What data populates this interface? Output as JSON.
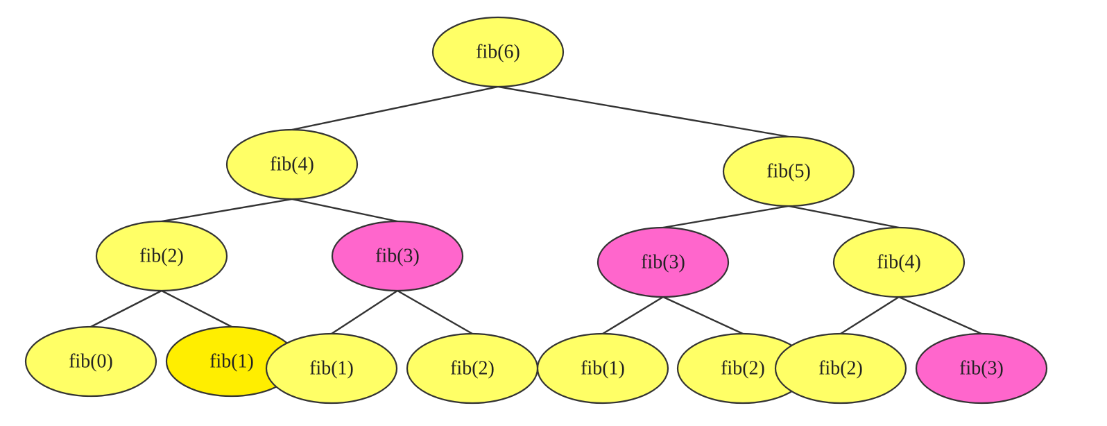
{
  "colors": {
    "normal": "#ffff66",
    "highlight": "#ffee00",
    "repeated": "#ff66cc",
    "stroke": "#333333"
  },
  "nodes": [
    {
      "id": "n6",
      "label": "fib(6)",
      "fill": "normal"
    },
    {
      "id": "n4a",
      "label": "fib(4)",
      "fill": "normal"
    },
    {
      "id": "n5",
      "label": "fib(5)",
      "fill": "normal"
    },
    {
      "id": "n2a",
      "label": "fib(2)",
      "fill": "normal"
    },
    {
      "id": "n3a",
      "label": "fib(3)",
      "fill": "repeated"
    },
    {
      "id": "n3b",
      "label": "fib(3)",
      "fill": "repeated"
    },
    {
      "id": "n4b",
      "label": "fib(4)",
      "fill": "normal"
    },
    {
      "id": "n0",
      "label": "fib(0)",
      "fill": "normal"
    },
    {
      "id": "n1a",
      "label": "fib(1)",
      "fill": "highlight"
    },
    {
      "id": "n1b",
      "label": "fib(1)",
      "fill": "normal"
    },
    {
      "id": "n2b",
      "label": "fib(2)",
      "fill": "normal"
    },
    {
      "id": "n1c",
      "label": "fib(1)",
      "fill": "normal"
    },
    {
      "id": "n2c",
      "label": "fib(2)",
      "fill": "normal"
    },
    {
      "id": "n2d",
      "label": "fib(2)",
      "fill": "normal"
    },
    {
      "id": "n3c",
      "label": "fib(3)",
      "fill": "repeated"
    }
  ],
  "edges": [
    {
      "from": "n6",
      "to": "n4a"
    },
    {
      "from": "n6",
      "to": "n5"
    },
    {
      "from": "n4a",
      "to": "n2a"
    },
    {
      "from": "n4a",
      "to": "n3a"
    },
    {
      "from": "n5",
      "to": "n3b"
    },
    {
      "from": "n5",
      "to": "n4b"
    },
    {
      "from": "n2a",
      "to": "n0"
    },
    {
      "from": "n2a",
      "to": "n1a"
    },
    {
      "from": "n3a",
      "to": "n1b"
    },
    {
      "from": "n3a",
      "to": "n2b"
    },
    {
      "from": "n3b",
      "to": "n1c"
    },
    {
      "from": "n3b",
      "to": "n2c"
    },
    {
      "from": "n4b",
      "to": "n2d"
    },
    {
      "from": "n4b",
      "to": "n3c"
    }
  ]
}
